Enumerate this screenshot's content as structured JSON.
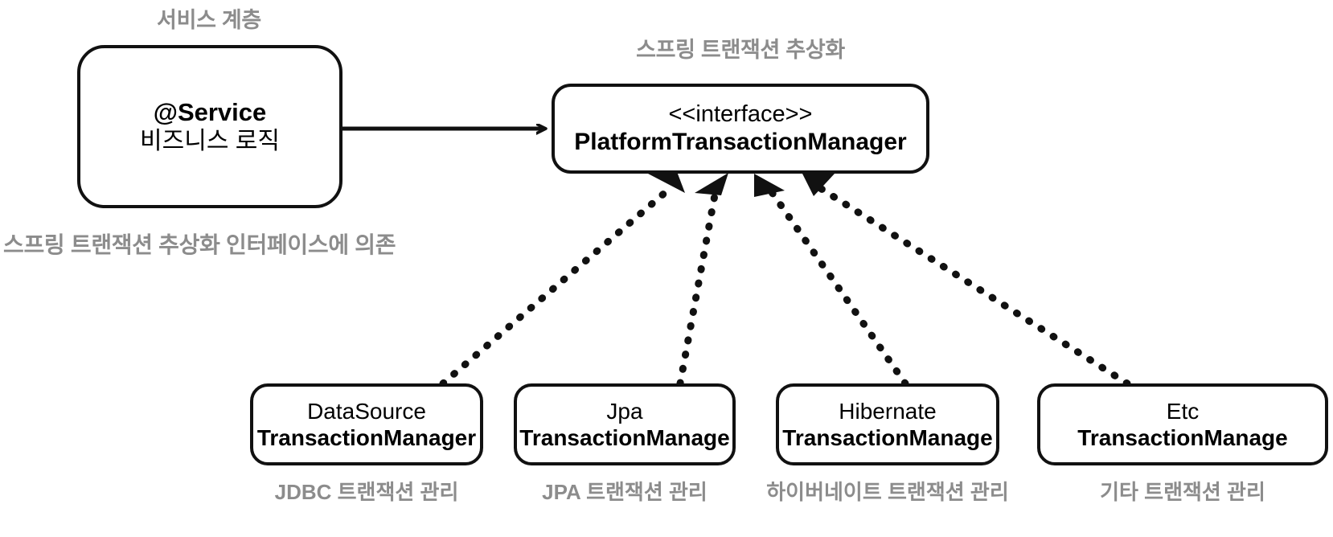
{
  "diagram": {
    "title_caption_left": "서비스 계층",
    "title_caption_center": "스프링 트랜잭션 추상화",
    "note_left": "스프링 트랜잭션 추상화 인터페이스에 의존",
    "colors": {
      "stroke": "#111111",
      "caption": "#8c8c8c",
      "background": "#ffffff",
      "text": "#000000"
    }
  },
  "service_node": {
    "line1": "@Service",
    "line2": "비즈니스 로직"
  },
  "interface_node": {
    "line1": "<<interface>>",
    "line2": "PlatformTransactionManager"
  },
  "implementations": [
    {
      "line1": "DataSource",
      "line2": "TransactionManager",
      "caption": "JDBC 트랜잭션 관리"
    },
    {
      "line1": "Jpa",
      "line2": "TransactionManage",
      "caption": "JPA 트랜잭션 관리"
    },
    {
      "line1": "Hibernate",
      "line2": "TransactionManage",
      "caption": "하이버네이트 트랜잭션 관리"
    },
    {
      "line1": "Etc",
      "line2": "TransactionManage",
      "caption": "기타 트랜잭션 관리"
    }
  ],
  "connectors": {
    "association": {
      "kind": "solid-arrow",
      "from": "service_node",
      "to": "interface_node"
    },
    "realizations": [
      {
        "kind": "dotted-arrow",
        "from": "implementations.0",
        "to": "interface_node"
      },
      {
        "kind": "dotted-arrow",
        "from": "implementations.1",
        "to": "interface_node"
      },
      {
        "kind": "dotted-arrow",
        "from": "implementations.2",
        "to": "interface_node"
      },
      {
        "kind": "dotted-arrow",
        "from": "implementations.3",
        "to": "interface_node"
      }
    ]
  }
}
